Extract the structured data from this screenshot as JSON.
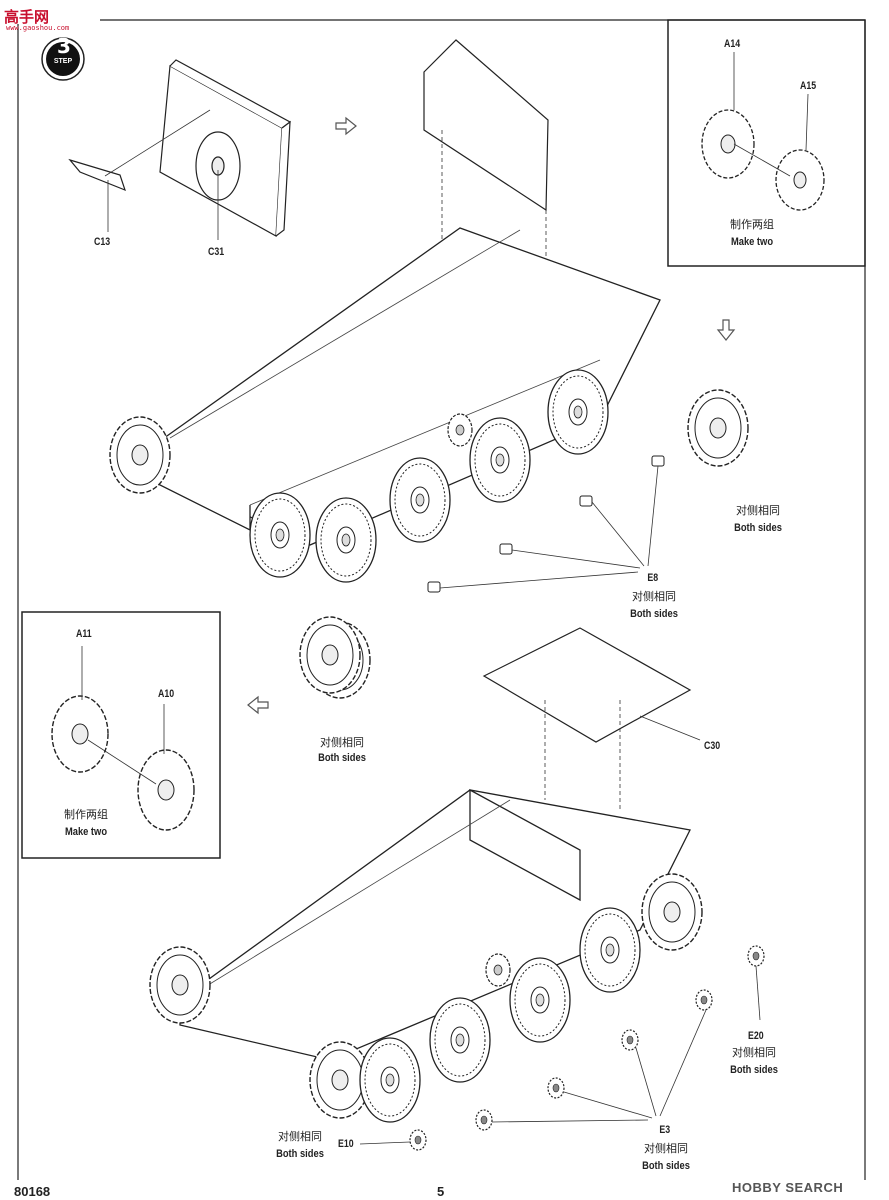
{
  "header": {
    "logo_text": "高手网",
    "logo_sub": "www.gaoshou.com",
    "step_label": "STEP",
    "step_number": "3"
  },
  "labels": {
    "c13": "C13",
    "c31": "C31",
    "a14": "A14",
    "a15": "A15",
    "make_two_cn_1": "制作两组",
    "make_two_en_1": "Make two",
    "both_sides_cn_1": "对侧相同",
    "both_sides_en_1": "Both sides",
    "e8": "E8",
    "both_sides_cn_2": "对侧相同",
    "both_sides_en_2": "Both sides",
    "a11": "A11",
    "a10": "A10",
    "make_two_cn_2": "制作两组",
    "make_two_en_2": "Make two",
    "both_sides_cn_3": "对侧相同",
    "both_sides_en_3": "Both sides",
    "c30": "C30",
    "e20": "E20",
    "both_sides_cn_4": "对侧相同",
    "both_sides_en_4": "Both sides",
    "e3": "E3",
    "both_sides_cn_5": "对侧相同",
    "both_sides_en_5": "Both sides",
    "e10": "E10",
    "both_sides_cn_6": "对侧相同",
    "both_sides_en_6": "Both sides"
  },
  "footer": {
    "code": "80168",
    "page": "5",
    "watermark": "HOBBY SEARCH"
  }
}
